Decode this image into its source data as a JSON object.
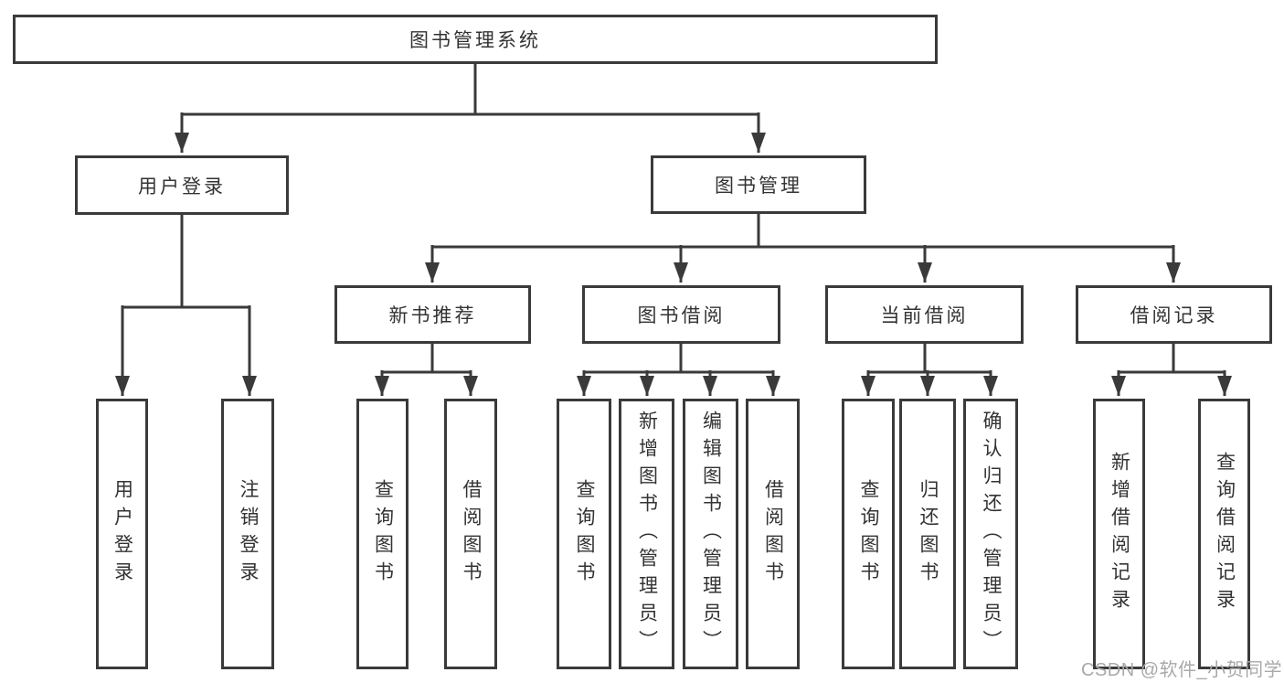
{
  "diagram": {
    "tree": {
      "label": "图书管理系统",
      "children": [
        {
          "label": "用户登录",
          "children": [
            {
              "label": "用户登录"
            },
            {
              "label": "注销登录"
            }
          ]
        },
        {
          "label": "图书管理",
          "children": [
            {
              "label": "新书推荐",
              "children": [
                {
                  "label": "查询图书"
                },
                {
                  "label": "借阅图书"
                }
              ]
            },
            {
              "label": "图书借阅",
              "children": [
                {
                  "label": "查询图书"
                },
                {
                  "label": "新增图书（管理员）"
                },
                {
                  "label": "编辑图书（管理员）"
                },
                {
                  "label": "借阅图书"
                }
              ]
            },
            {
              "label": "当前借阅",
              "children": [
                {
                  "label": "查询图书"
                },
                {
                  "label": "归还图书"
                },
                {
                  "label": "确认归还（管理员）"
                }
              ]
            },
            {
              "label": "借阅记录",
              "children": [
                {
                  "label": "新增借阅记录"
                },
                {
                  "label": "查询借阅记录"
                }
              ]
            }
          ]
        }
      ]
    },
    "watermark": "CSDN @软件_小贺同学",
    "colors": {
      "line": "#3a3a3a",
      "box_border": "#3a3a3a",
      "box_fill": "#ffffff",
      "text": "#333333",
      "watermark": "#a9a9a9",
      "background": "#ffffff"
    }
  }
}
